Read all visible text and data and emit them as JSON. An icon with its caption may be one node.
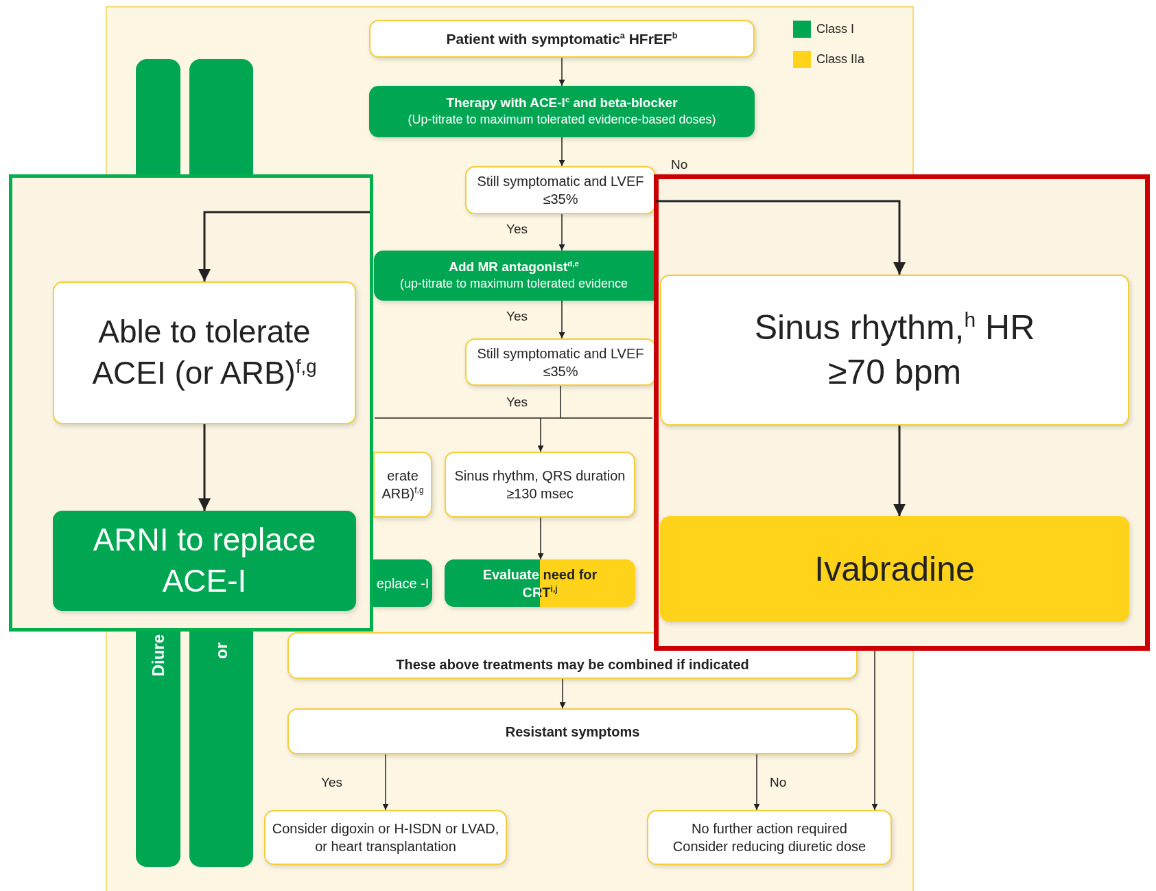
{
  "diagram": {
    "nodes": [
      {
        "text": [
          "Patient with symptomatic$^{a}$ HFrEF$^{b}$"
        ]
      },
      {
        "text": [
          "Therapy with ACE-I$^{c}$ and beta-blocker",
          "(Up-titrate to maximum tolerated evidence-based doses)"
        ]
      },
      {
        "text": [
          "Still symptomatic and LVEF ≤35%"
        ]
      },
      {
        "text": [
          "Add MR antagonist$^{d,e}$",
          "(up-titrate to maximum tolerated evidence"
        ]
      },
      {
        "text": [
          "Still symptomatic and LVEF ≤35%"
        ]
      },
      {
        "text": [
          "erate ARB)$^{f,g}$"
        ]
      },
      {
        "text": [
          "Sinus rhythm, QRS duration ≥130 msec"
        ]
      },
      {
        "text": [
          "eplace -I"
        ]
      },
      {
        "text": [
          "Evaluate need for CRT$^{i,j}$"
        ]
      },
      {
        "text": [
          "These above treatments may be combined if indicated"
        ]
      },
      {
        "text": [
          "Resistant symptoms"
        ]
      },
      {
        "text": [
          "Consider digoxin or H-ISDN or LVAD, or heart transplantation"
        ]
      },
      {
        "text": [
          "No further action required",
          "Consider reducing diuretic dose"
        ]
      },
      {
        "text": [
          "Diure"
        ]
      },
      {
        "text": [
          "or"
        ]
      },
      {
        "text": [
          "Able to tolerate ACEI (or ARB)$^{f,g}$"
        ]
      },
      {
        "text": [
          "ARNI to replace ACE-I"
        ]
      },
      {
        "text": [
          "Sinus rhythm,$^{h}$ HR ≥70 bpm"
        ]
      },
      {
        "text": [
          "Ivabradine"
        ]
      },
      {
        "text": [],
        "shape": "bar"
      },
      {
        "text": [],
        "shape": "bar"
      }
    ],
    "edges": [
      {
        "from": 0,
        "to": 1,
        "arrow": "to"
      },
      {
        "from": 1,
        "to": 2,
        "arrow": "to"
      },
      {
        "from": 2,
        "to": 3,
        "arrow": "to",
        "label": "Yes"
      },
      {
        "from": 3,
        "to": 4,
        "arrow": "to",
        "label": "Yes"
      },
      {
        "from": 4,
        "to": 6,
        "arrow": "to",
        "label": "Yes"
      },
      {
        "from": 6,
        "to": 8,
        "arrow": "to"
      },
      {
        "from": 9,
        "to": 10,
        "arrow": "to"
      },
      {
        "from": 10,
        "to": 11,
        "arrow": "to",
        "label": "Yes"
      },
      {
        "from": 10,
        "to": 12,
        "arrow": "to",
        "label": "No"
      },
      {
        "from": null,
        "to": 12,
        "arrow": "to"
      },
      {
        "from": null,
        "to": 15,
        "arrow": "to"
      },
      {
        "from": 15,
        "to": 16,
        "arrow": "to"
      },
      {
        "from": 2,
        "to": 17,
        "arrow": "to"
      },
      {
        "from": 17,
        "to": 18,
        "arrow": "to"
      }
    ],
    "labels": [
      "No"
    ],
    "legend": [
      {
        "text": "Class I",
        "color": "#00a651"
      },
      {
        "text": "Class IIa",
        "color": "#ffd31a"
      }
    ]
  }
}
